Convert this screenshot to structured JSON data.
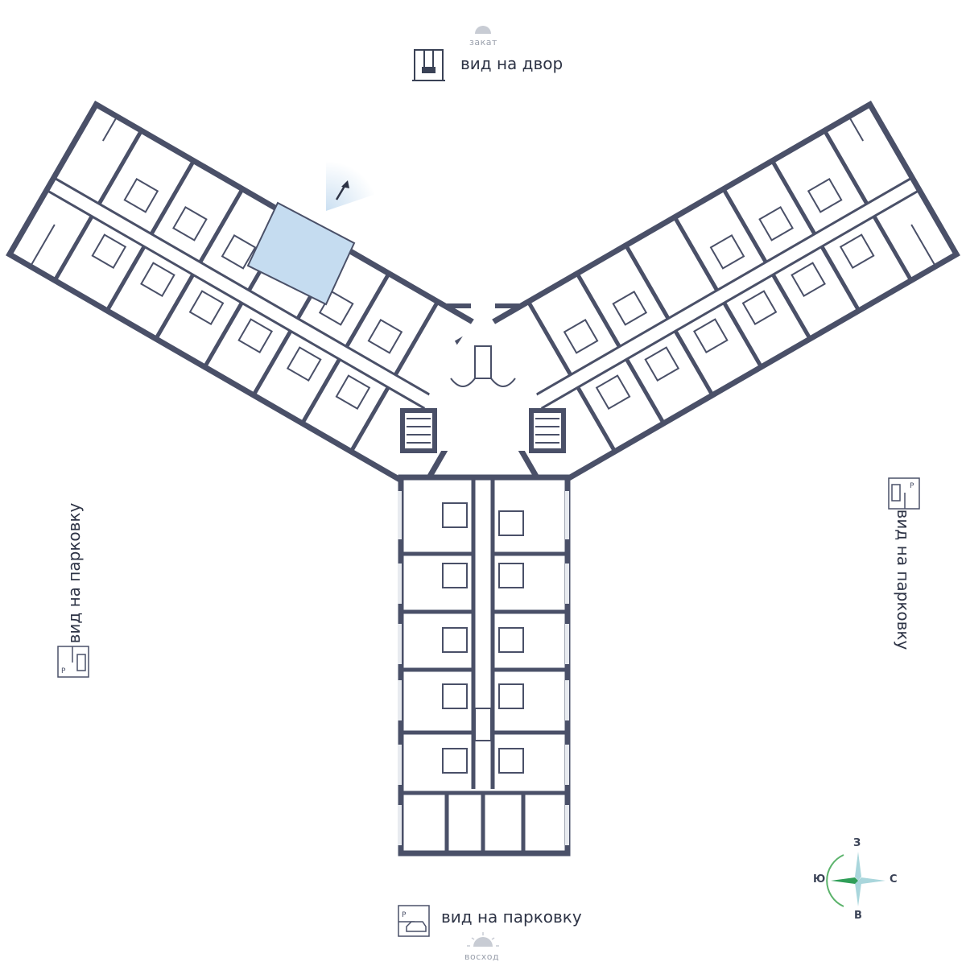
{
  "top": {
    "sun_label": "закат",
    "view_label": "вид на двор",
    "view_icon": "playground-swing-icon",
    "sun_icon": "sunset-icon"
  },
  "left": {
    "view_label": "вид на парковку",
    "view_icon": "parking-icon"
  },
  "right": {
    "view_label": "вид на парковку",
    "view_icon": "parking-icon"
  },
  "bottom": {
    "view_label": "вид на парковку",
    "view_icon": "parking-icon",
    "sun_label": "восход",
    "sun_icon": "sunrise-icon"
  },
  "compass": {
    "north": "З",
    "east": "С",
    "south": "В",
    "west": "Ю"
  },
  "plan": {
    "highlighted_unit_color": "#c5dcf0",
    "wall_color": "#4a5068",
    "window_arrow_icon": "view-direction-arrow-icon"
  }
}
